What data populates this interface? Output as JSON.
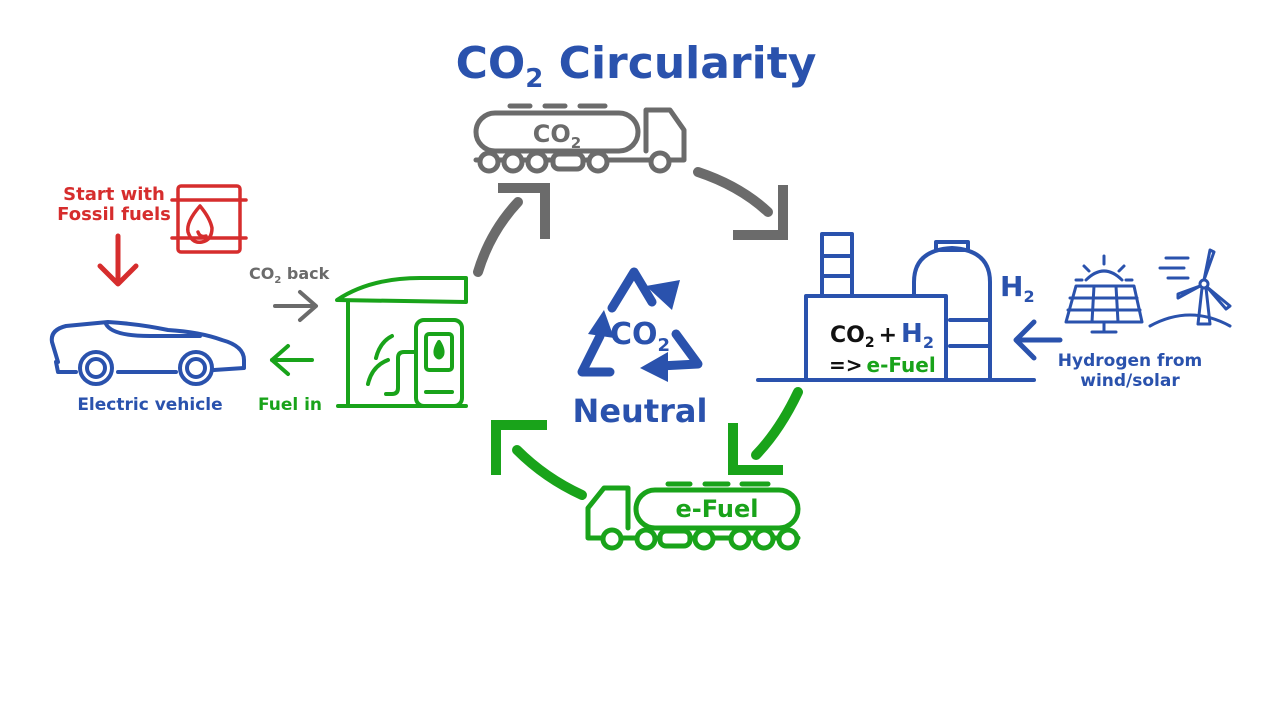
{
  "title": {
    "prefix": "CO",
    "subscript": "2",
    "suffix": " Circularity"
  },
  "center": {
    "formula": "CO",
    "formula_sub": "2",
    "label": "Neutral"
  },
  "start": {
    "line1": "Start with",
    "line2": "Fossil fuels"
  },
  "co2_back": {
    "formula": "CO",
    "formula_sub": "2",
    "text": "back"
  },
  "fuel_in": "Fuel in",
  "electric_vehicle": "Electric vehicle",
  "truck_co2": {
    "formula": "CO",
    "formula_sub": "2"
  },
  "truck_efuel": "e-Fuel",
  "factory": {
    "h2": "H",
    "h2_sub": "2",
    "eq_co": "CO",
    "eq_co_sub": "2",
    "eq_plus": "+",
    "eq_h": "H",
    "eq_h_sub": "2",
    "arrow": "=>",
    "product": "e-Fuel"
  },
  "hydrogen_source": {
    "line1": "Hydrogen from",
    "line2": "wind/solar"
  },
  "colors": {
    "blue": "#2a52ad",
    "green": "#19a31a",
    "grey": "#6b6b6b",
    "red": "#d62d2d",
    "black": "#111111"
  }
}
